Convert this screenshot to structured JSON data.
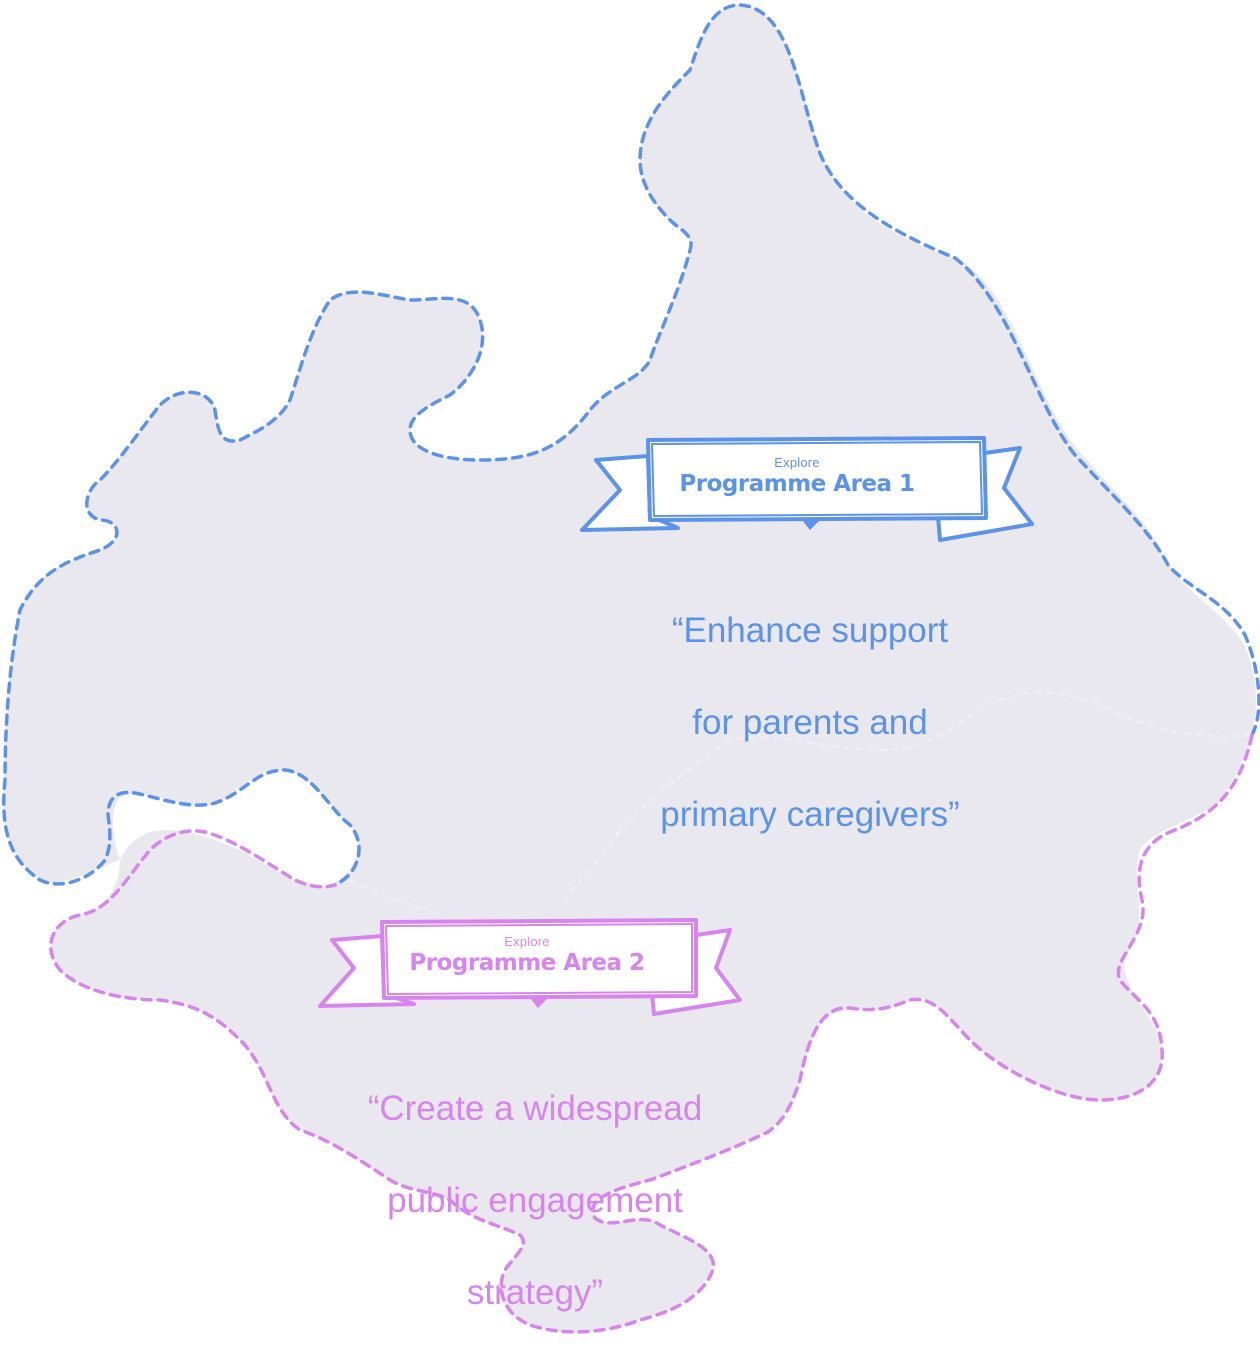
{
  "colors": {
    "region_fill": "#e9e8ee",
    "area_1": "#5b92ea",
    "area_2": "#d784ef",
    "banner_fill": "#ffffff"
  },
  "areas": [
    {
      "kicker": "Explore",
      "title": "Programme Area 1",
      "quote_lines": [
        "“Enhance support",
        "for parents and",
        "primary caregivers”"
      ]
    },
    {
      "kicker": "Explore",
      "title": "Programme Area 2",
      "quote_lines": [
        "“Create a widespread",
        "public engagement",
        "strategy”"
      ]
    }
  ]
}
